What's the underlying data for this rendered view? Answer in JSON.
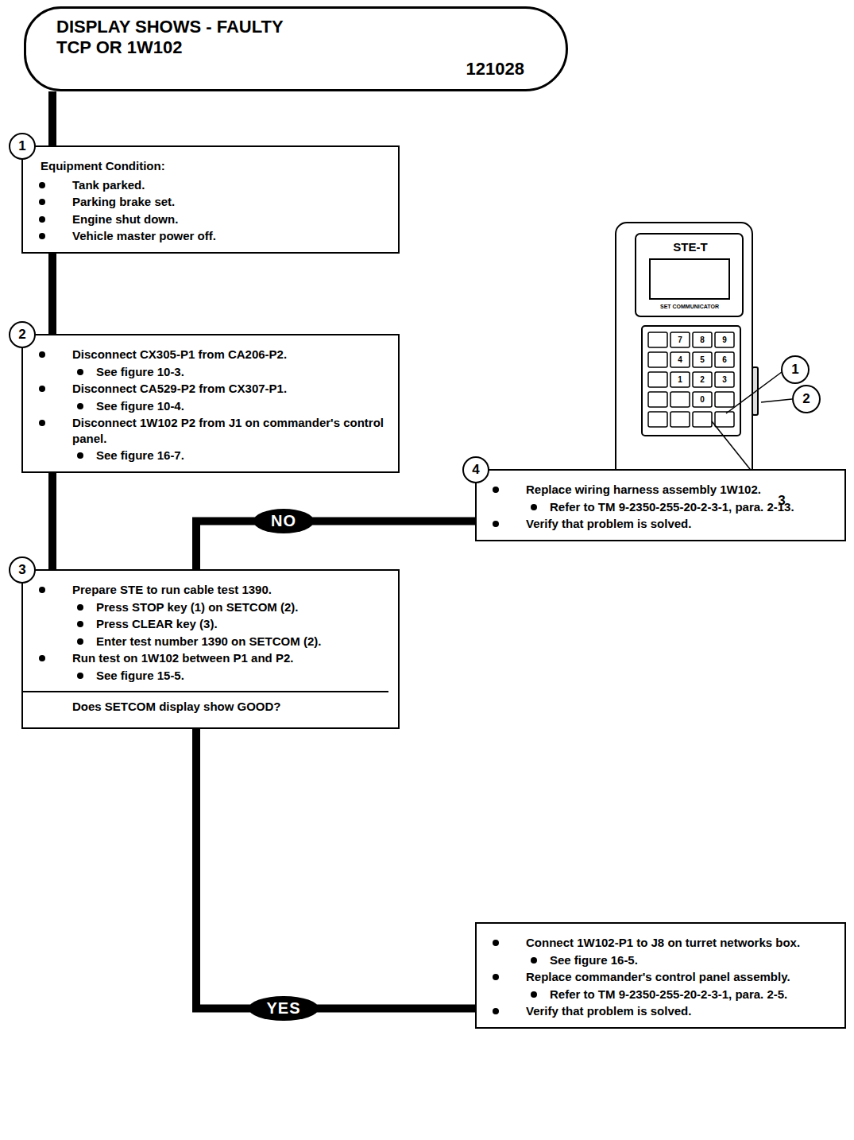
{
  "diagram": {
    "nodes": [
      {
        "text": [
          "DISPLAY SHOWS - FAULTY TCP OR 1W102",
          "121028"
        ]
      },
      {
        "text": [
          "Equipment Condition:",
          "Tank parked.",
          "Parking brake set.",
          "Engine shut down.",
          "Vehicle master power off."
        ]
      },
      {
        "text": [
          "Disconnect CX305-P1 from CA206-P2.",
          "See figure 10-3.",
          "Disconnect CA529-P2 from CX307-P1.",
          "See figure 10-4.",
          "Disconnect 1W102 P2 from J1 on commander's control panel.",
          "See figure 16-7."
        ]
      },
      {
        "text": [
          "Prepare STE to run cable test 1390.",
          "Press STOP key (1) on SETCOM (2).",
          "Press CLEAR key (3).",
          "Enter test number 1390 on SETCOM (2).",
          "Run test on 1W102 between P1 and P2.",
          "See figure 15-5.",
          "Does SETCOM display show GOOD?"
        ]
      },
      {
        "text": [
          "Replace wiring harness assembly 1W102.",
          "Refer to TM 9-2350-255-20-2-3-1, para. 2-13.",
          "Verify that problem is solved."
        ]
      },
      {
        "text": [
          "Connect 1W102-P1 to J8 on turret networks box.",
          "See figure 16-5.",
          "Replace commander's control panel assembly.",
          "Refer to TM 9-2350-255-20-2-3-1, para. 2-5.",
          "Verify that problem is solved."
        ]
      }
    ],
    "edges": [
      {
        "from": 0,
        "to": 1,
        "arrow": "none"
      },
      {
        "from": 1,
        "to": 2,
        "arrow": "none"
      },
      {
        "from": 2,
        "to": 3,
        "arrow": "none"
      },
      {
        "from": 3,
        "to": 4,
        "label": "NO",
        "arrow": "none"
      },
      {
        "from": 3,
        "to": 5,
        "label": "YES",
        "arrow": "none"
      }
    ],
    "labels": [
      "1",
      "2",
      "3",
      "4",
      "STE-T",
      "SET COMMUNICATOR",
      "7",
      "8",
      "9",
      "4",
      "5",
      "6",
      "1",
      "2",
      "3",
      "0",
      "1",
      "2",
      "3"
    ]
  }
}
